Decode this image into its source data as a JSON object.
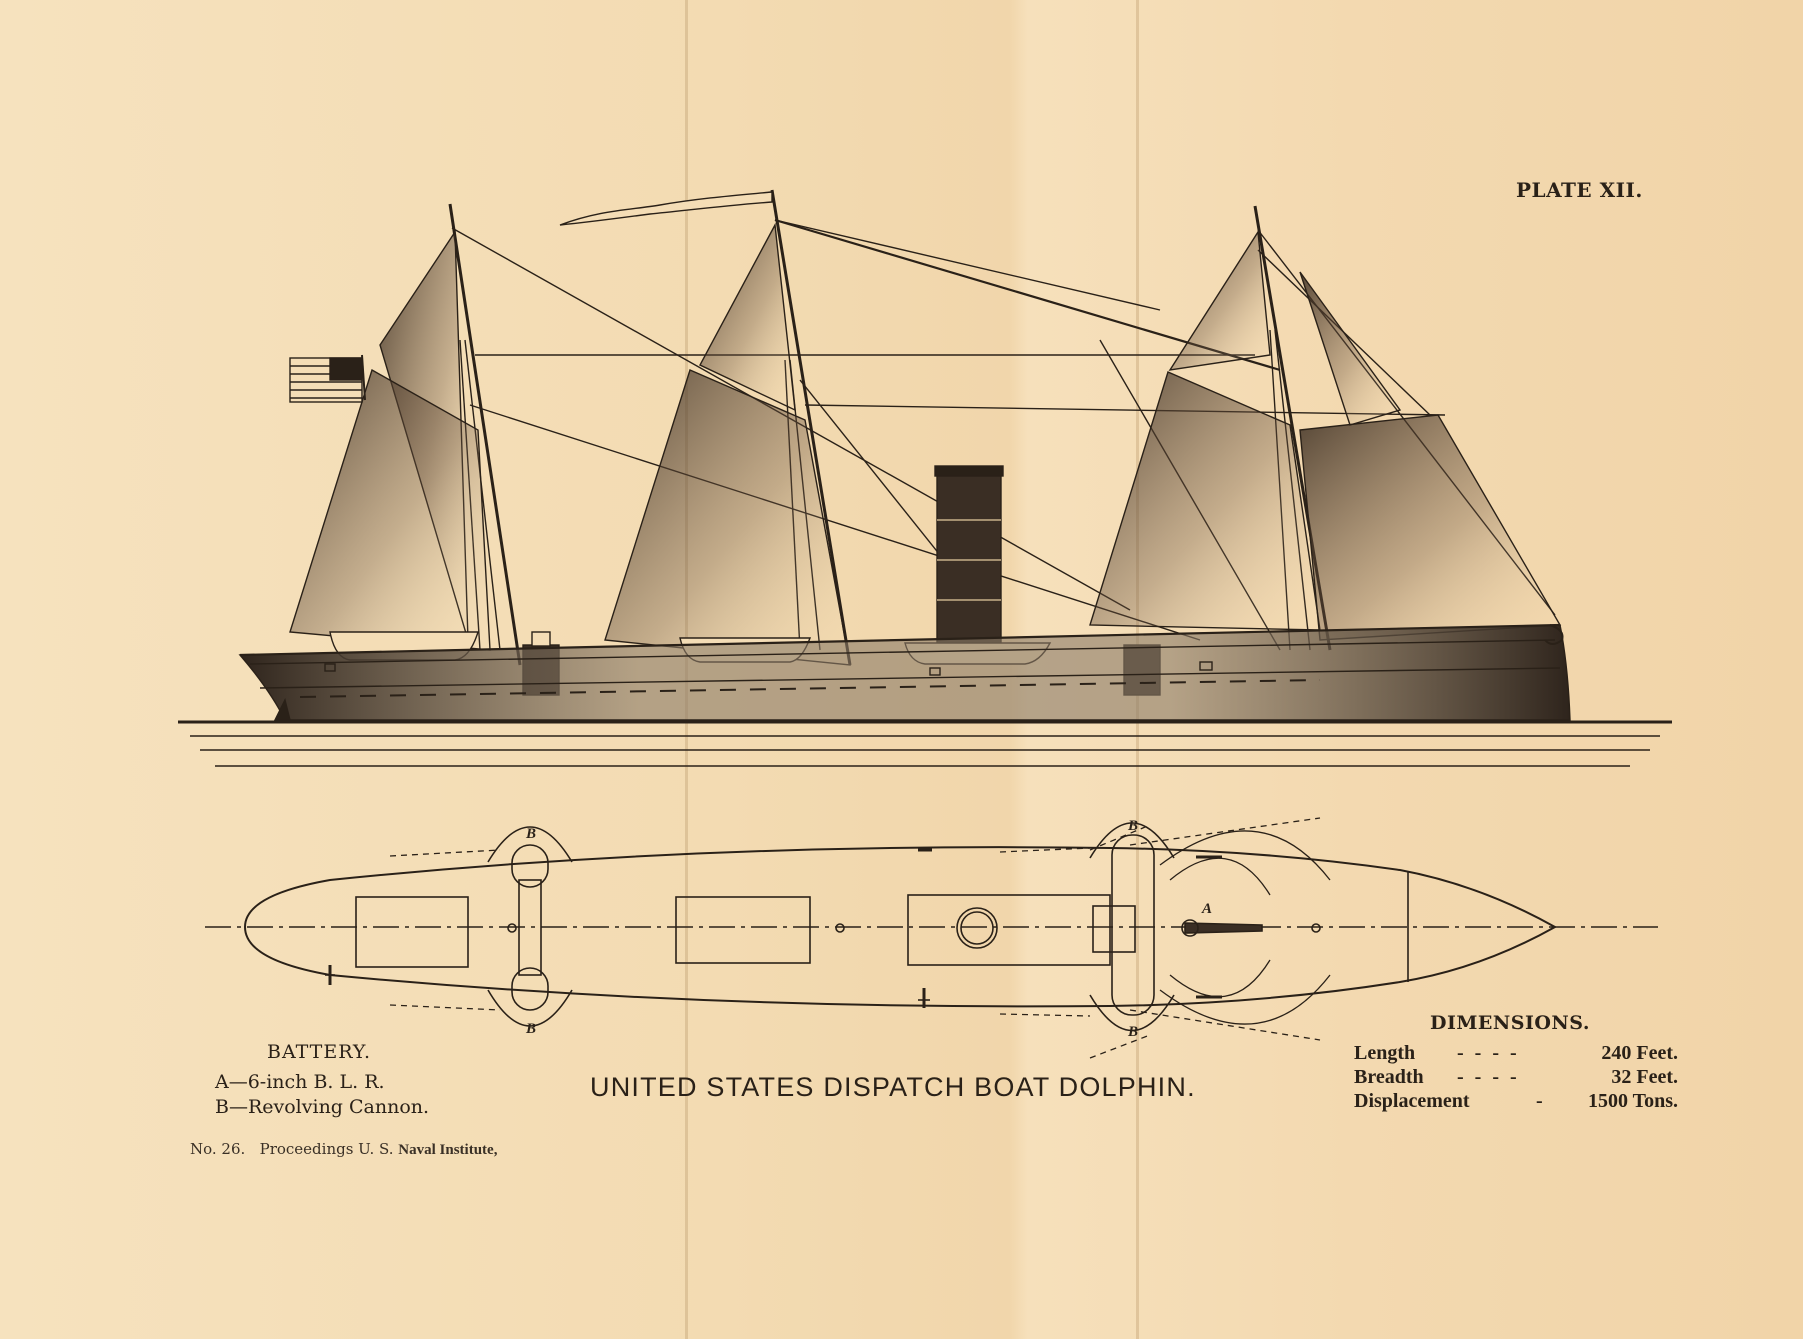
{
  "plate": "PLATE XII.",
  "title": "UNITED STATES DISPATCH BOAT DOLPHIN.",
  "battery": {
    "heading": "BATTERY.",
    "a": "A—6-inch B. L. R.",
    "b": "B—Revolving Cannon."
  },
  "footer": {
    "number": "No. 26.",
    "journal": "Proceedings U. S.",
    "institute": "Naval Institute,"
  },
  "dimensions": {
    "heading": "DIMENSIONS.",
    "rows": [
      {
        "label": "Length",
        "dashes": "- - - -",
        "value": "240 Feet."
      },
      {
        "label": "Breadth",
        "dashes": "- - - -",
        "value": "32 Feet."
      },
      {
        "label": "Displacement",
        "dashes": "-",
        "value": "1500 Tons."
      }
    ]
  },
  "plan_labels": {
    "gun_a": "A",
    "gun_b": "B"
  },
  "colors": {
    "paper": "#f4ddb6",
    "ink": "#2a2118"
  }
}
